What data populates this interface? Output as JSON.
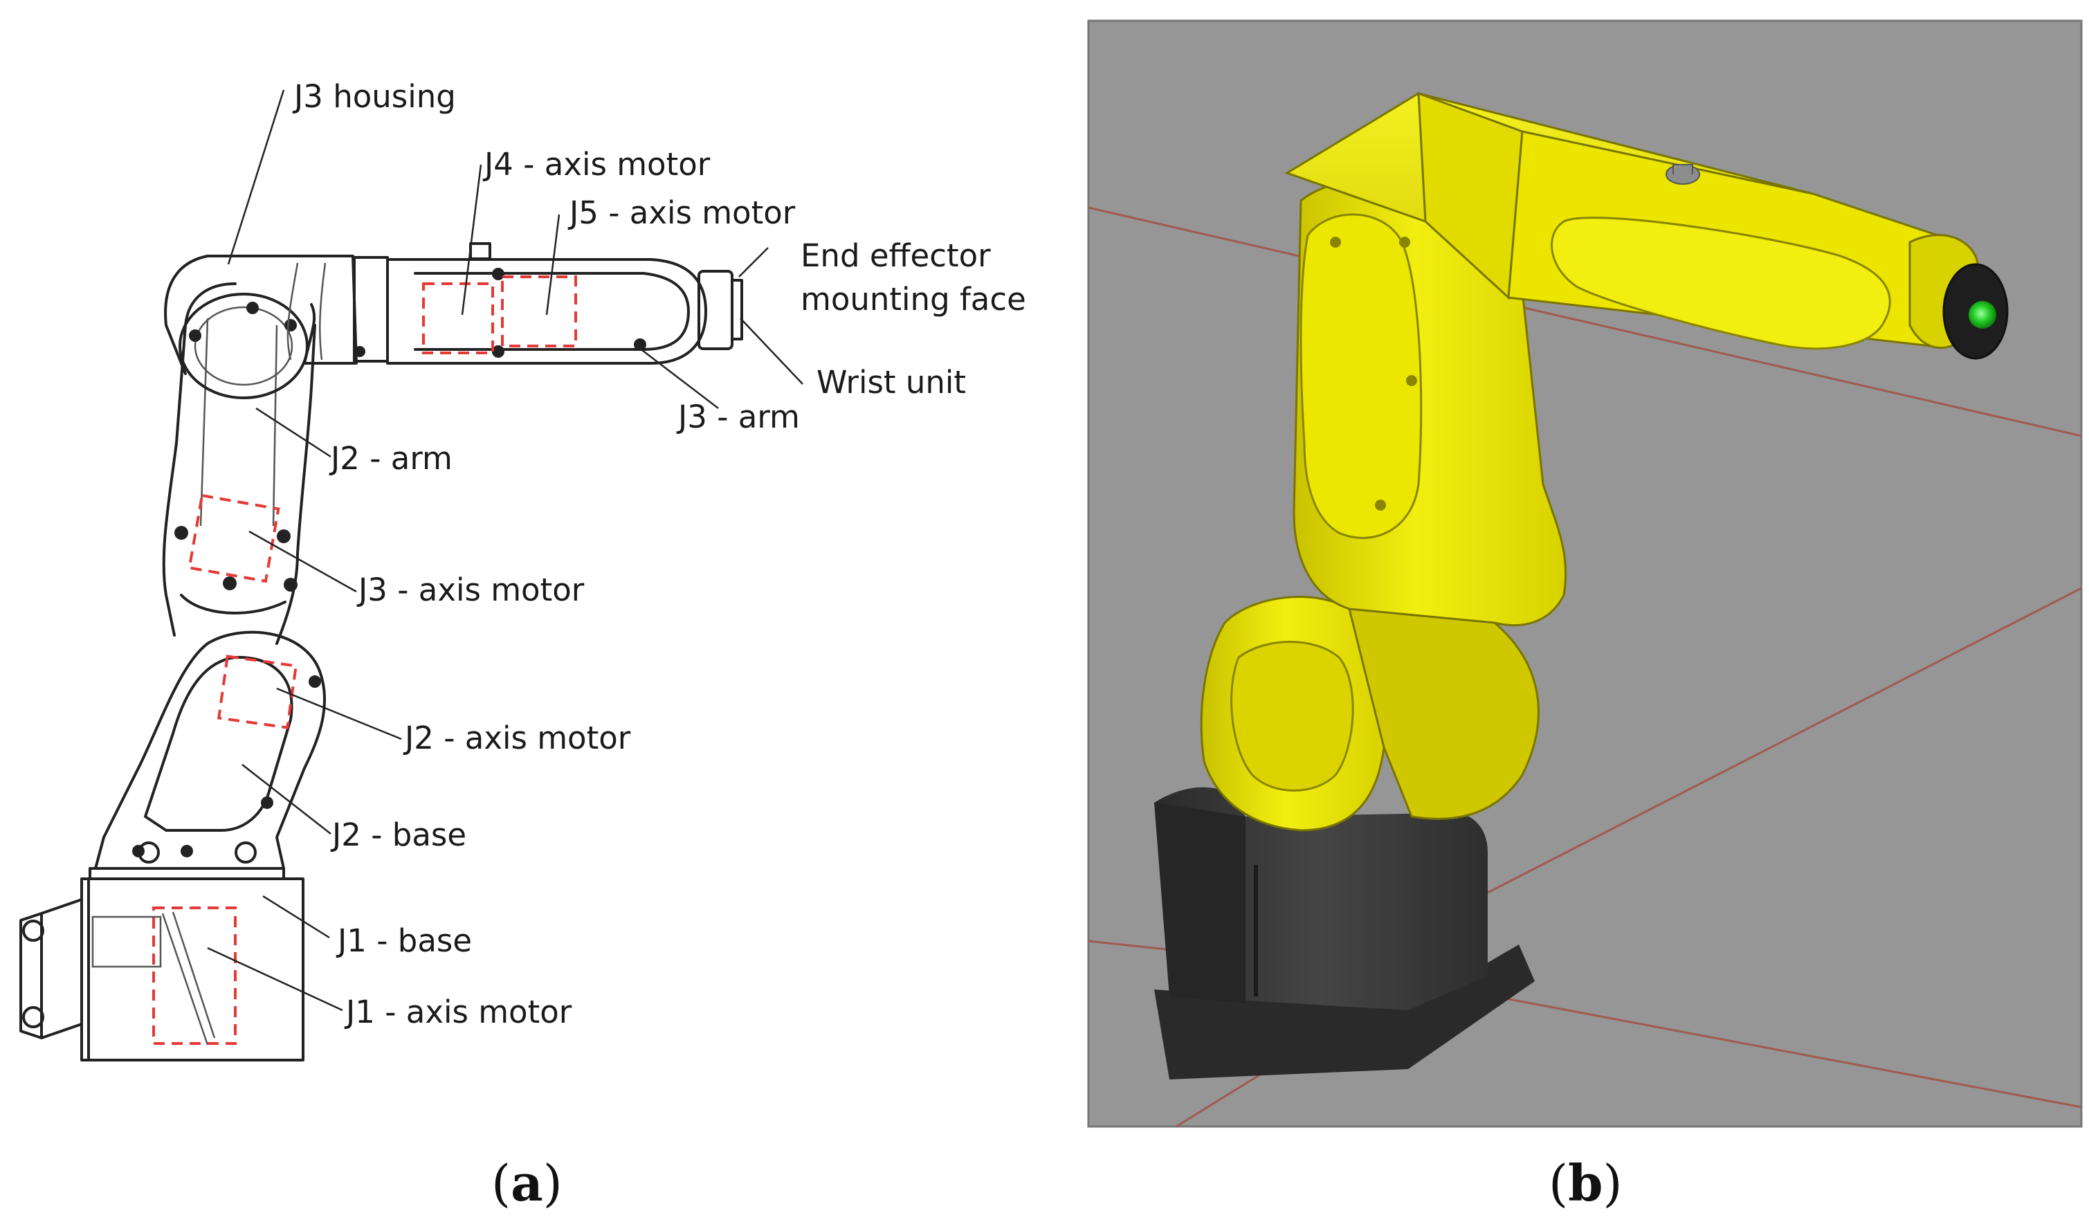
{
  "panel_a": {
    "labels": {
      "j3_housing": "J3 housing",
      "j4_motor": "J4 - axis motor",
      "j5_motor": "J5 - axis motor",
      "end_effector_1": "End effector",
      "end_effector_2": "mounting face",
      "wrist_unit": "Wrist unit",
      "j3_arm": "J3 - arm",
      "j2_arm": "J2 - arm",
      "j3_motor": "J3 - axis motor",
      "j2_motor": "J2 - axis motor",
      "j2_base": "J2 - base",
      "j1_base": "J1 - base",
      "j1_motor": "J1 - axis motor"
    },
    "caption_open": "(",
    "caption_letter": "a",
    "caption_close": ")"
  },
  "panel_b": {
    "caption_open": "(",
    "caption_letter": "b",
    "caption_close": ")"
  },
  "colors": {
    "robot_yellow": "#e8e800",
    "base_dark": "#3a3a3a",
    "viewport_grey": "#969696",
    "grid_line": "#a05a50",
    "motor_outline": "#e53935",
    "indicator_green": "#22cc22"
  }
}
